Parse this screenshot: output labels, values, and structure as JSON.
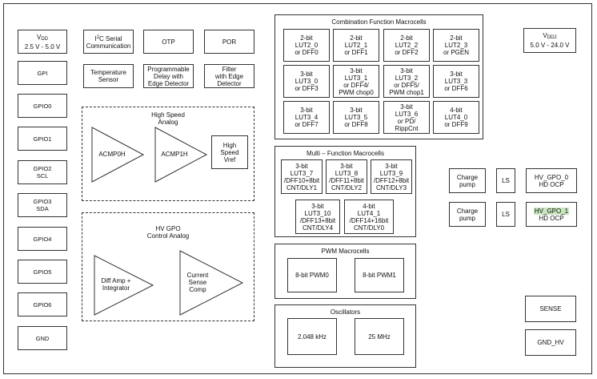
{
  "frame": {},
  "left_column": {
    "vdd": {
      "label": "V",
      "sub": "DD",
      "range": "2.5 V - 5.0 V"
    },
    "pins": [
      "GPI",
      "GPIO0",
      "GPIO1",
      "GPIO2\nSCL",
      "GPIO3\nSDA",
      "GPIO4",
      "GPIO5",
      "GPIO6",
      "GND"
    ]
  },
  "top_blocks": {
    "i2c": {
      "sup": "I",
      "sup_mark": "2",
      "rest": "C Serial\nCommunication"
    },
    "otp": "OTP",
    "por": "POR",
    "temp": "Temperature\nSensor",
    "delay": "Programmable\nDelay with\nEdge Detector",
    "filter": "Filter\nwith Edge\nDetector"
  },
  "high_speed_analog": {
    "title": "High Speed\nAnalog",
    "acmp0h": "ACMP0H",
    "acmp1h": "ACMP1H",
    "vref": "High\nSpeed\nVref"
  },
  "hv_gpo": {
    "title": "HV GPO\nControl Analog",
    "diff_amp": "Diff Amp +\nIntegrator",
    "current_sense": "Current\nSense\nComp"
  },
  "combination": {
    "title": "Combination Function Macrocells",
    "cells": [
      "2-bit\nLUT2_0\nor DFF0",
      "2-bit\nLUT2_1\nor DFF1",
      "2-bit\nLUT2_2\nor DFF2",
      "2-bit\nLUT2_3\nor PGEN",
      "3-bit\nLUT3_0\nor DFF3",
      "3-bit\nLUT3_1\nor DFF4/\nPWM chop0",
      "3-bit\nLUT3_2\nor DFF5/\nPWM chop1",
      "3-bit\nLUT3_3\nor DFF6",
      "3-bit\nLUT3_4\nor DFF7",
      "3-bit\nLUT3_5\nor DFF8",
      "3-bit\nLUT3_6\nor PD/\nRippCnt",
      "4-bit\nLUT4_0\nor DFF9"
    ]
  },
  "multi_function": {
    "title": "Multi – Function Macrocells",
    "row1": [
      "3-bit\nLUT3_7\n/DFF10+8bit\nCNT/DLY1",
      "3-bit\nLUT3_8\n/DFF11+8bit\nCNT/DLY2",
      "3-bit\nLUT3_9\n/DFF12+8bit\nCNT/DLY3"
    ],
    "row2": [
      "3-bit\nLUT3_10\n/DFF13+8bit\nCNT/DLY4",
      "4-bit\nLUT4_1\n/DFF14+16bit\nCNT/DLY0"
    ]
  },
  "pwm": {
    "title": "PWM Macrocells",
    "pwm0": "8-bit PWM0",
    "pwm1": "8-bit PWM1"
  },
  "oscillators": {
    "title": "Oscillators",
    "osc0": "2.048 kHz",
    "osc1": "25 MHz"
  },
  "right_column": {
    "vdd2": {
      "label": "V",
      "sub": "DD2",
      "range": "5.0 V - 24.0 V"
    },
    "charge_pump": "Charge\npump",
    "ls": "LS",
    "hv0": "HV_GPO_0\nHD OCP",
    "hv1_line1": "HV_GPO_1",
    "hv1_line2": "HD OCP",
    "sense": "SENSE",
    "gnd_hv": "GND_HV"
  }
}
